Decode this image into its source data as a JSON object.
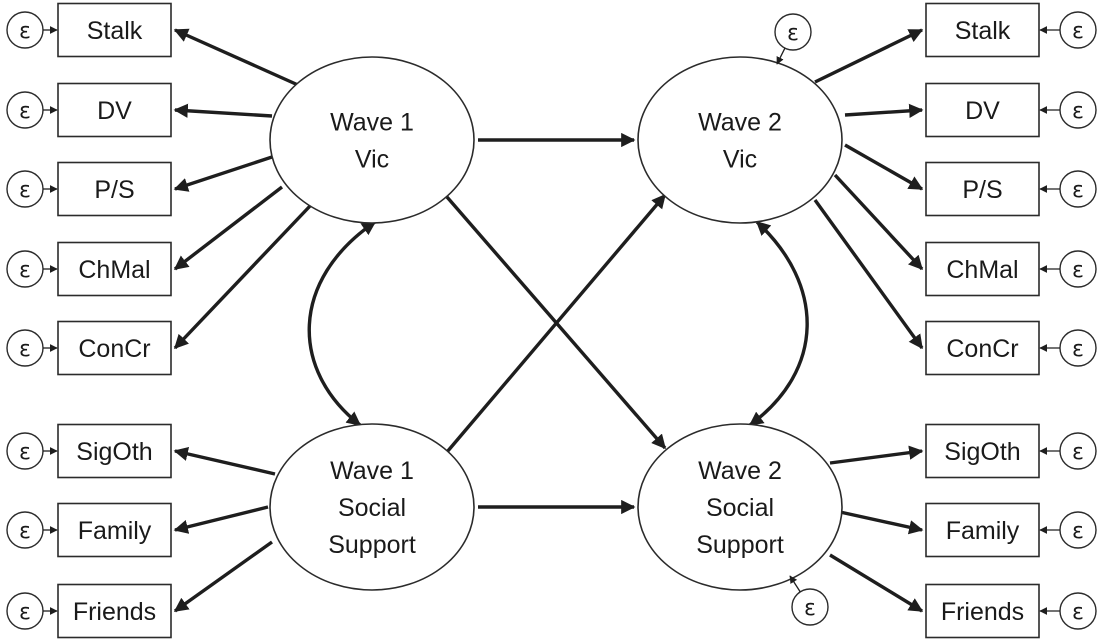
{
  "colors": {
    "ink": "#1e1e1e",
    "fill": "#ffffff"
  },
  "latents": {
    "w1vic": {
      "lines": [
        "Wave 1",
        "Vic"
      ]
    },
    "w2vic": {
      "lines": [
        "Wave 2",
        "Vic"
      ]
    },
    "w1ss": {
      "lines": [
        "Wave 1",
        "Social",
        "Support"
      ]
    },
    "w2ss": {
      "lines": [
        "Wave 2",
        "Social",
        "Support"
      ]
    }
  },
  "indicators": {
    "w1vic": [
      "Stalk",
      "DV",
      "P/S",
      "ChMal",
      "ConCr"
    ],
    "w1ss": [
      "SigOth",
      "Family",
      "Friends"
    ],
    "w2vic": [
      "Stalk",
      "DV",
      "P/S",
      "ChMal",
      "ConCr"
    ],
    "w2ss": [
      "SigOth",
      "Family",
      "Friends"
    ]
  },
  "error_symbol": "ε"
}
